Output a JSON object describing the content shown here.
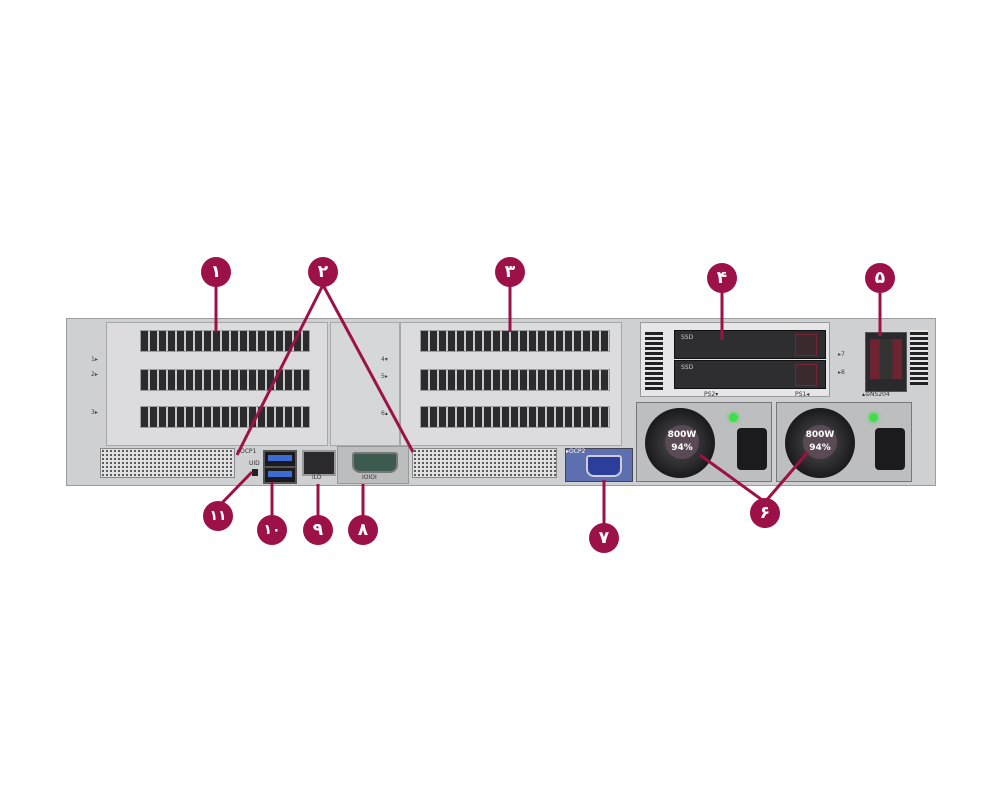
{
  "callouts": [
    {
      "id": "1",
      "label": "۱"
    },
    {
      "id": "2",
      "label": "۲"
    },
    {
      "id": "3",
      "label": "۳"
    },
    {
      "id": "4",
      "label": "۴"
    },
    {
      "id": "5",
      "label": "۵"
    },
    {
      "id": "6",
      "label": "۶"
    },
    {
      "id": "7",
      "label": "۷"
    },
    {
      "id": "8",
      "label": "۸"
    },
    {
      "id": "9",
      "label": "۹"
    },
    {
      "id": "10",
      "label": "۱۰"
    },
    {
      "id": "11",
      "label": "۱۱"
    }
  ],
  "slots": {
    "s1": "1▸",
    "s2": "2▸",
    "s3": "3▸",
    "s4": "4▾",
    "s5": "5▸",
    "s6": "6▴",
    "s7": "▸7",
    "s8": "▸8"
  },
  "labels": {
    "ps2": "PS2▾",
    "ps1": "PS1◂",
    "ns204": "▴⊖NS204",
    "uid": "UID",
    "ilo": "iLO",
    "serial": "IOIOI",
    "ocp1": "▸OCP1",
    "ocp2": "▸OCP2",
    "ssd": "SSD"
  },
  "psus": [
    {
      "watt": "800W",
      "eff": "94%"
    },
    {
      "watt": "800W",
      "eff": "94%"
    }
  ],
  "colors": {
    "callout": "#9c1148",
    "led": "#3ee04a"
  }
}
